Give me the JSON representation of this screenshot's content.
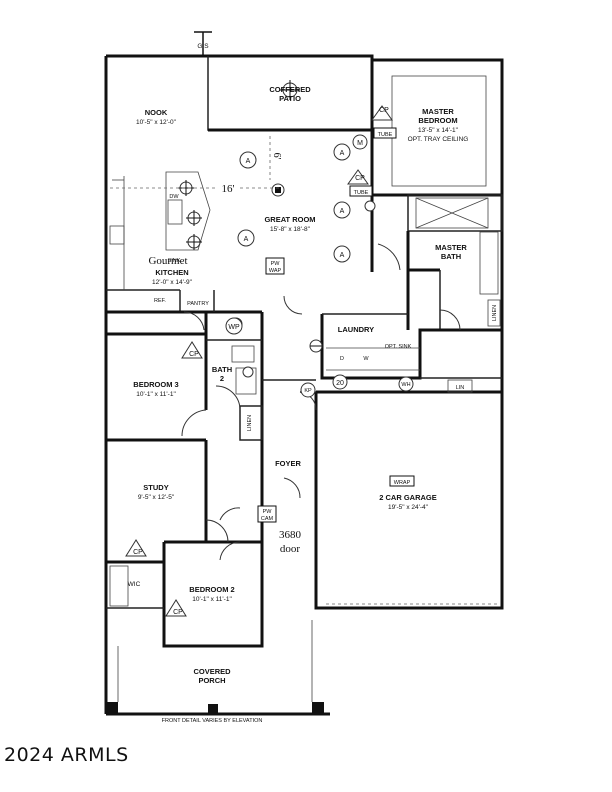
{
  "compass": "G S",
  "rooms": {
    "nook": {
      "name": "NOOK",
      "dim": "10'-5\" x 12'-0\""
    },
    "coffered_patio": {
      "name_line1": "COFFERED",
      "name_line2": "PATIO"
    },
    "master_bedroom": {
      "name_line1": "MASTER",
      "name_line2": "BEDROOM",
      "dim": "13'-5\" x 14'-1\"",
      "note": "OPT. TRAY CEILING"
    },
    "great_room": {
      "name": "GREAT ROOM",
      "dim": "15'-8\" x 18'-8\""
    },
    "kitchen": {
      "handwritten": "Gourmet",
      "name": "KITCHEN",
      "dim": "12'-0\" x 14'-9\""
    },
    "master_bath": {
      "name_line1": "MASTER",
      "name_line2": "BATH"
    },
    "pantry": {
      "name": "PANTRY"
    },
    "ref": {
      "name": "REF."
    },
    "laundry": {
      "name": "LAUNDRY",
      "opt_sink": "OPT. SINK"
    },
    "bedroom3": {
      "name": "BEDROOM 3",
      "dim": "10'-1\" x 11'-1\""
    },
    "bath2": {
      "name_line1": "BATH",
      "name_line2": "2"
    },
    "linen": "LINEN",
    "foyer": {
      "name": "FOYER"
    },
    "study": {
      "name": "STUDY",
      "dim": "9'-5\" x 12'-5\""
    },
    "garage": {
      "name": "2 CAR GARAGE",
      "dim": "19'-5\" x 24'-4\""
    },
    "bedroom2": {
      "name": "BEDROOM 2",
      "dim": "10'-1\" x 11'-1\""
    },
    "wic": {
      "name": "WIC"
    },
    "covered_porch": {
      "name_line1": "COVERED",
      "name_line2": "PORCH"
    },
    "lin": "LIN"
  },
  "labels": {
    "dim_16": "16'",
    "dim_6": "6'",
    "door_note_line1": "3680",
    "door_note_line2": "door",
    "number_20": "20",
    "front_note": "FRONT DETAIL VARIES BY ELEVATION",
    "wrap": "WRAP",
    "tube": "TUBE",
    "cp": "CP",
    "a": "A",
    "m": "M",
    "wh": "WH",
    "kp": "KP",
    "wp": "WP",
    "pw": "PW",
    "cam": "CAM",
    "dw": "DW",
    "sink": "SINK",
    "d": "D",
    "w": "W"
  },
  "copyright": "2024 ARMLS"
}
